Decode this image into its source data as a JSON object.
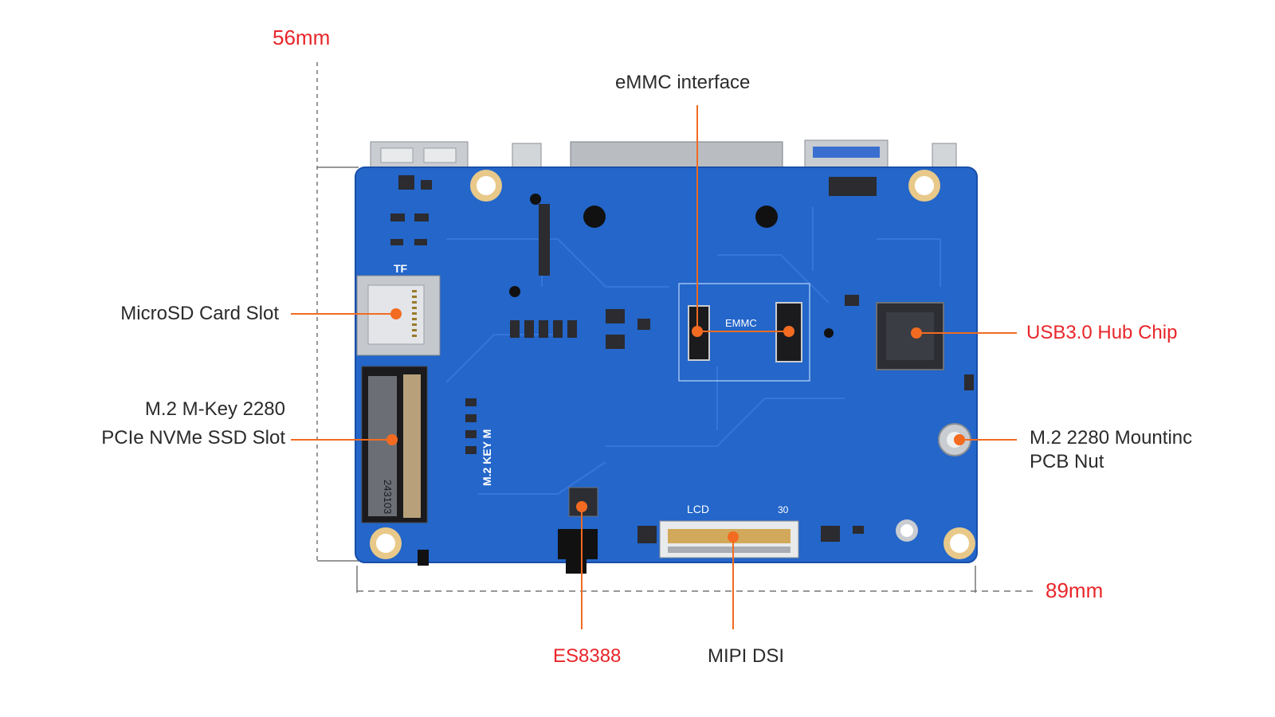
{
  "dimensions": {
    "height": "56mm",
    "width": "89mm"
  },
  "callouts": {
    "emmc": "eMMC interface",
    "microsd": "MicroSD Card Slot",
    "m2_line1": "M.2 M-Key 2280",
    "m2_line2": "PCIe NVMe SSD Slot",
    "usb_hub": "USB3.0 Hub Chip",
    "mount_line1": "M.2 2280 Mountinc",
    "mount_line2": "PCB Nut",
    "es8388": "ES8388",
    "mipi": "MIPI DSI"
  },
  "silkscreen": {
    "tf": "TF",
    "emmc": "EMMC",
    "m2key": "M.2 KEY M",
    "lcd": "LCD",
    "lcd_pin": "30",
    "nvme_code": "243103"
  },
  "colors": {
    "board": "#2466c9",
    "board_dark": "#1a4fa8",
    "callout_line": "#f26b21",
    "callout_dot": "#f26b21",
    "accent_text": "#e8262a",
    "label_text": "#2b2b2b"
  }
}
